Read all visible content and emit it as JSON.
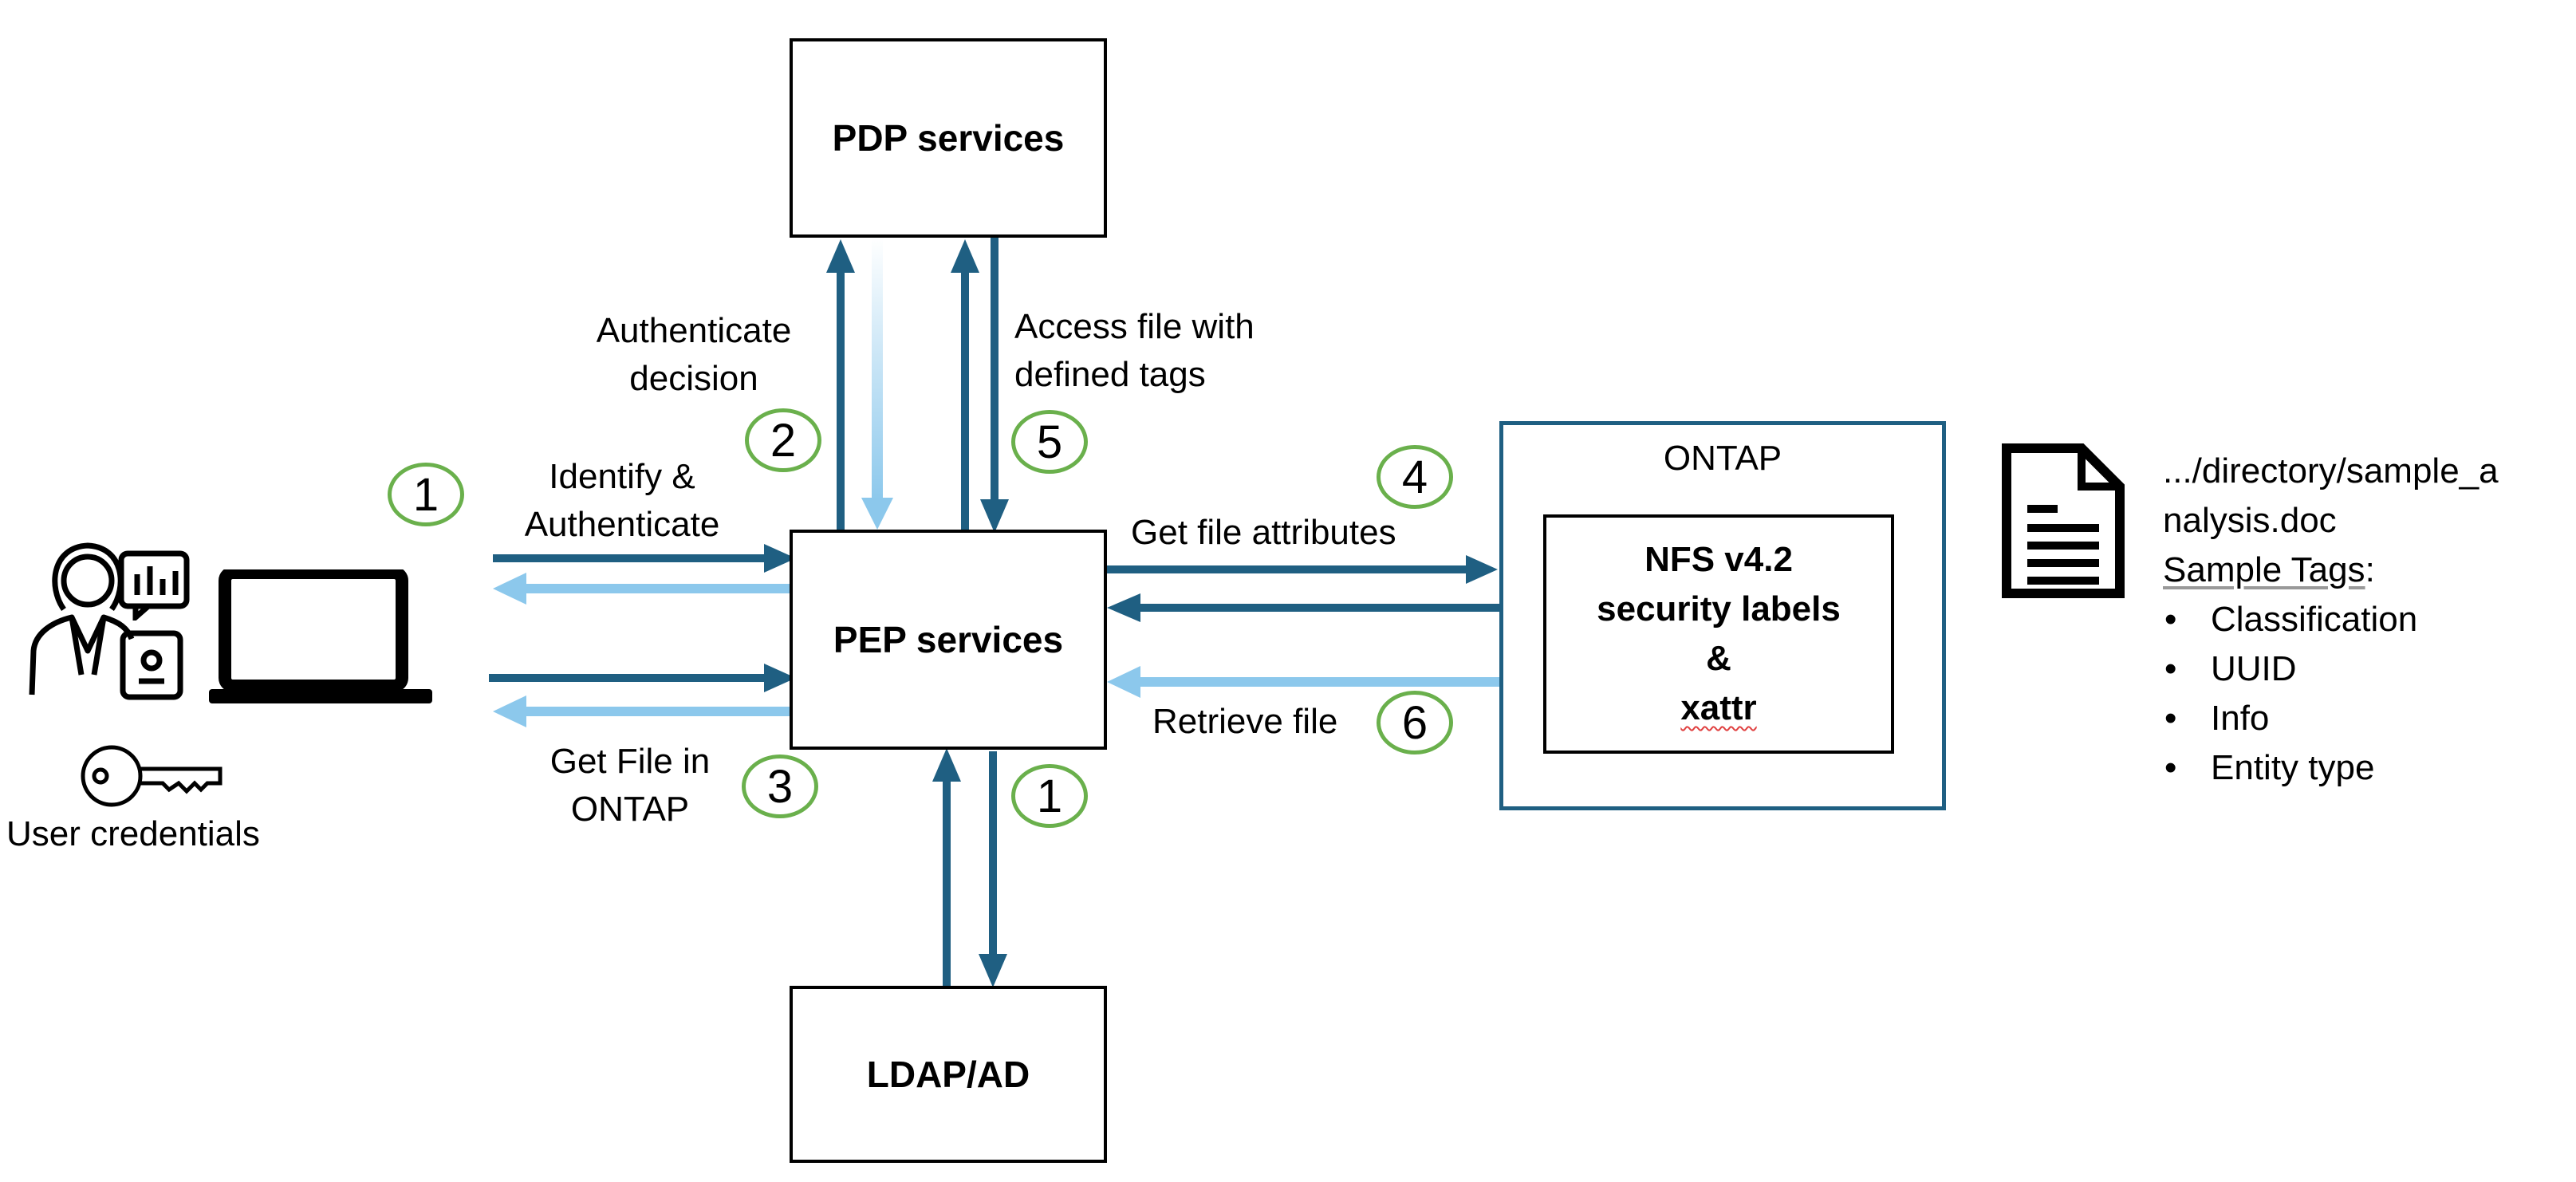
{
  "boxes": {
    "pdp": "PDP services",
    "pep": "PEP services",
    "ldap": "LDAP/AD",
    "ontap": "ONTAP",
    "nfs": {
      "line1": "NFS v4.2",
      "line2": "security labels",
      "line3": "&",
      "line4": "xattr"
    }
  },
  "labels": {
    "identify": [
      "Identify &",
      "Authenticate"
    ],
    "authenticate_decision": [
      "Authenticate",
      "decision"
    ],
    "access_file": [
      "Access file with",
      "defined tags"
    ],
    "get_attributes": "Get file attributes",
    "retrieve": "Retrieve file",
    "get_file": [
      "Get File in",
      "ONTAP"
    ],
    "user_credentials": "User credentials"
  },
  "steps": {
    "client_identify": "1",
    "auth_decision": "2",
    "get_file": "3",
    "get_attributes": "4",
    "access_file": "5",
    "retrieve": "6",
    "ldap": "1"
  },
  "file_info": {
    "path_line1": ".../directory/sample_a",
    "path_line2": "nalysis.doc",
    "tags_heading": "Sample Tags",
    "tags_suffix": ":",
    "tags": [
      "Classification",
      "UUID",
      "Info",
      "Entity type"
    ]
  },
  "colors": {
    "dark_arrow": "#1f5f82",
    "light_arrow": "#8cc8ec",
    "step_circle": "#6ab04c",
    "ontap_border": "#1f5f82"
  },
  "icons": [
    "user-icon",
    "chart-icon",
    "id-badge-icon",
    "laptop-icon",
    "key-icon",
    "document-icon"
  ]
}
